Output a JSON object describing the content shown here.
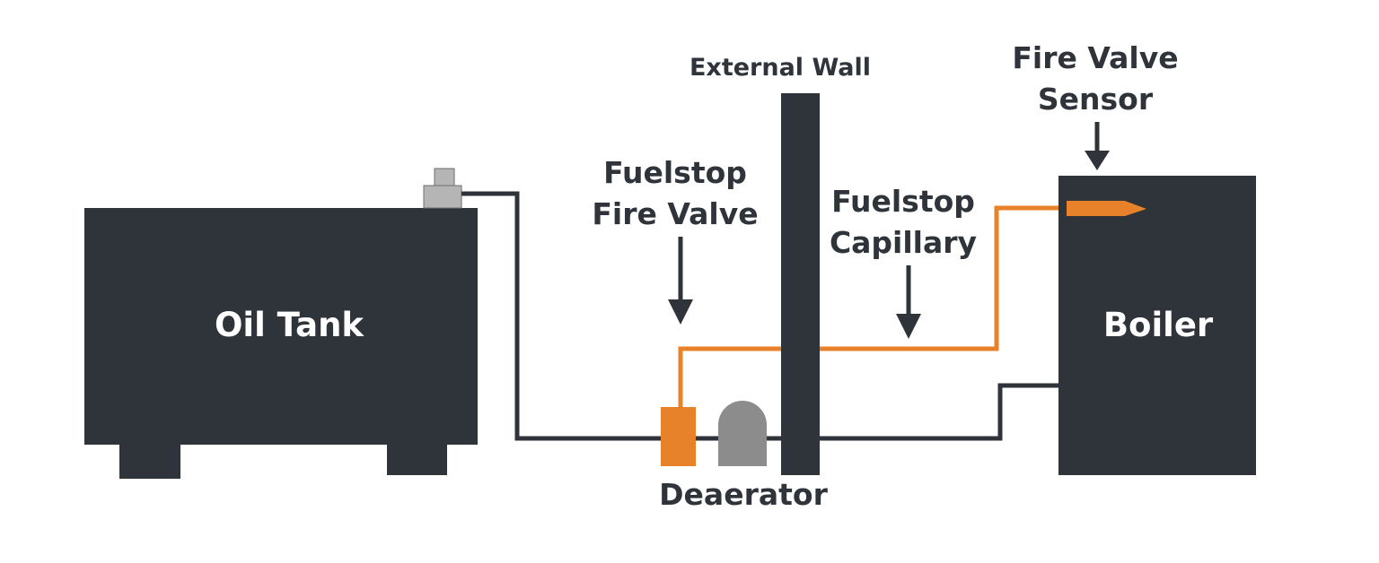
{
  "labels": {
    "oil_tank": "Oil Tank",
    "boiler": "Boiler",
    "external_wall": "External Wall",
    "fire_valve_sensor_line1": "Fire Valve",
    "fire_valve_sensor_line2": "Sensor",
    "fuelstop_fire_valve_line1": "Fuelstop",
    "fuelstop_fire_valve_line2": "Fire Valve",
    "fuelstop_capillary_line1": "Fuelstop",
    "fuelstop_capillary_line2": "Capillary",
    "deaerator": "Deaerator"
  },
  "colors": {
    "dark": "#2f343a",
    "orange": "#e8822a",
    "grey_fitting": "#b5b5b5",
    "grey_deaerator": "#8c8c8c",
    "background": "#ffffff"
  }
}
